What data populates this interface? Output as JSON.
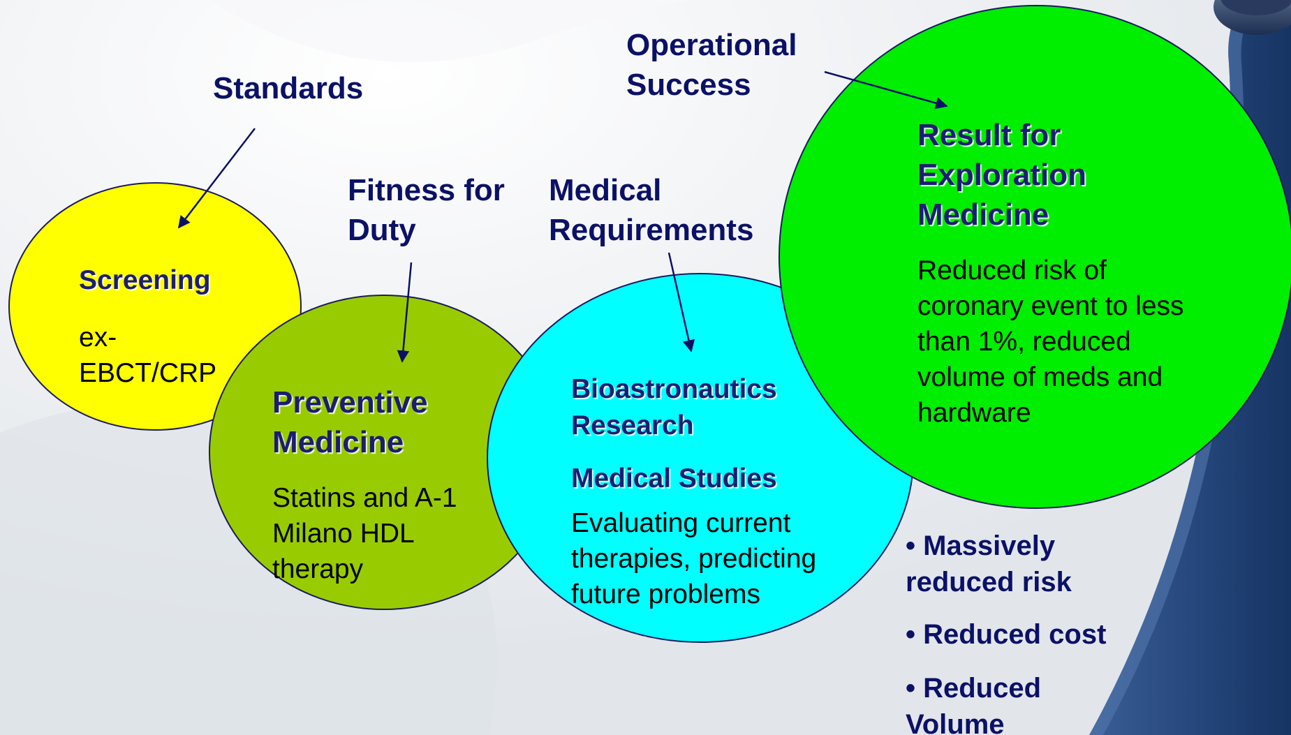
{
  "colors": {
    "background": "#e9ecf0",
    "screening_fill": "#ffff00",
    "preventive_fill": "#99cc00",
    "bioastro_fill": "#00ffff",
    "result_fill": "#00ee00",
    "outline": "#1a1a5e",
    "heading_text": "#0b1166",
    "body_text": "#000000"
  },
  "labels": {
    "standards": "Standards",
    "fitness_line1": "Fitness for",
    "fitness_line2": "Duty",
    "medical_req_line1": "Medical",
    "medical_req_line2": "Requirements",
    "operational_line1": "Operational",
    "operational_line2": "Success"
  },
  "circles": {
    "screening": {
      "title": "Screening",
      "body_line1": "ex-",
      "body_line2": "EBCT/CRP"
    },
    "preventive": {
      "title_line1": "Preventive",
      "title_line2": "Medicine",
      "body": "Statins and A-1 Milano HDL therapy"
    },
    "bioastronautics": {
      "title_line1": "Bioastronautics",
      "title_line2": "Research",
      "subtitle": "Medical Studies",
      "body": "Evaluating current therapies, predicting future problems"
    },
    "result": {
      "title_line1": "Result for",
      "title_line2": "Exploration",
      "title_line3": "Medicine",
      "body": "Reduced risk of coronary event to less than 1%, reduced volume of meds and hardware"
    }
  },
  "bullets": [
    {
      "text": "• Massively reduced risk"
    },
    {
      "text": "• Reduced cost"
    },
    {
      "text": "• Reduced Volume"
    }
  ]
}
